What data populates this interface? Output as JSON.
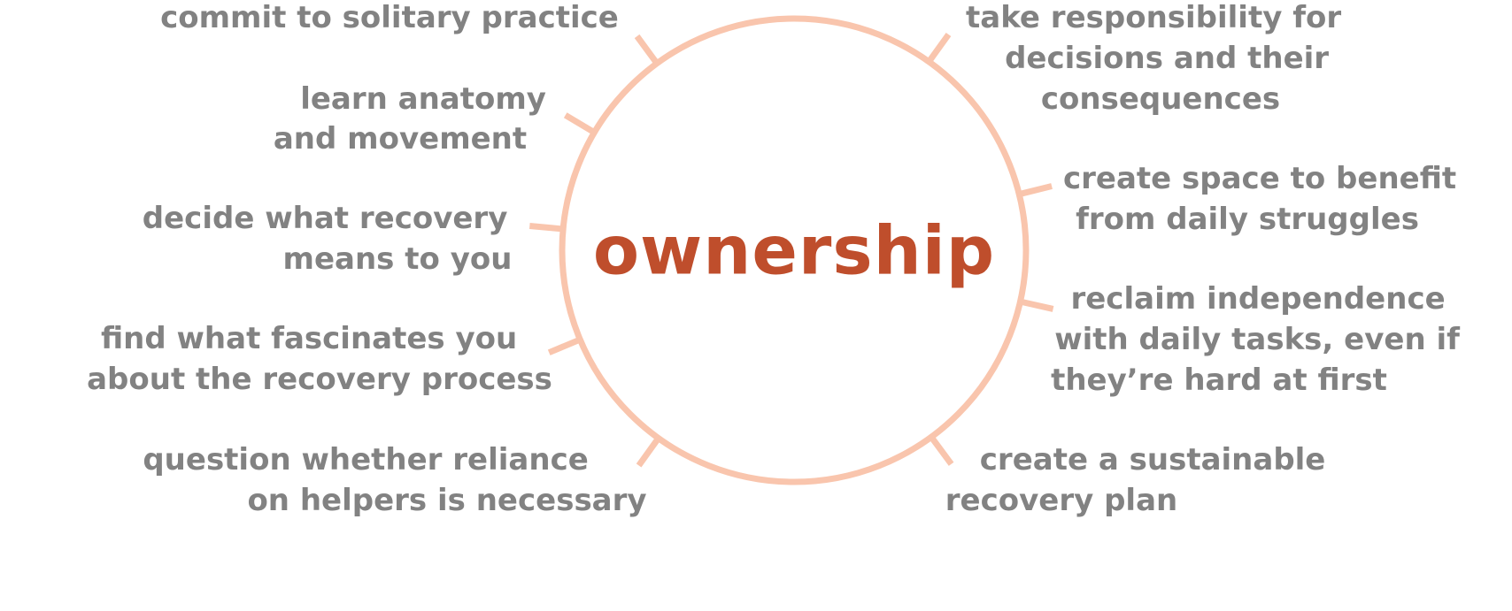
{
  "diagram": {
    "center_label": "ownership",
    "colors": {
      "ring": "#f9c5ad",
      "center_text": "#bf4e2c",
      "label_text": "#828282",
      "background": "#ffffff"
    },
    "left_items": [
      {
        "lines": [
          "commit to solitary practice"
        ]
      },
      {
        "lines": [
          "learn anatomy",
          "and movement"
        ]
      },
      {
        "lines": [
          "decide what recovery",
          "means to you"
        ]
      },
      {
        "lines": [
          "find what fascinates you",
          "about the recovery process"
        ]
      },
      {
        "lines": [
          "question whether reliance",
          "on helpers is necessary"
        ]
      }
    ],
    "right_items": [
      {
        "lines": [
          "take responsibility for",
          "decisions and their",
          "consequences"
        ]
      },
      {
        "lines": [
          "create space to benefit",
          "from daily struggles"
        ]
      },
      {
        "lines": [
          "reclaim independence",
          "with daily tasks, even if",
          "they’re hard at first"
        ]
      },
      {
        "lines": [
          "create a sustainable",
          "recovery plan"
        ]
      }
    ]
  }
}
